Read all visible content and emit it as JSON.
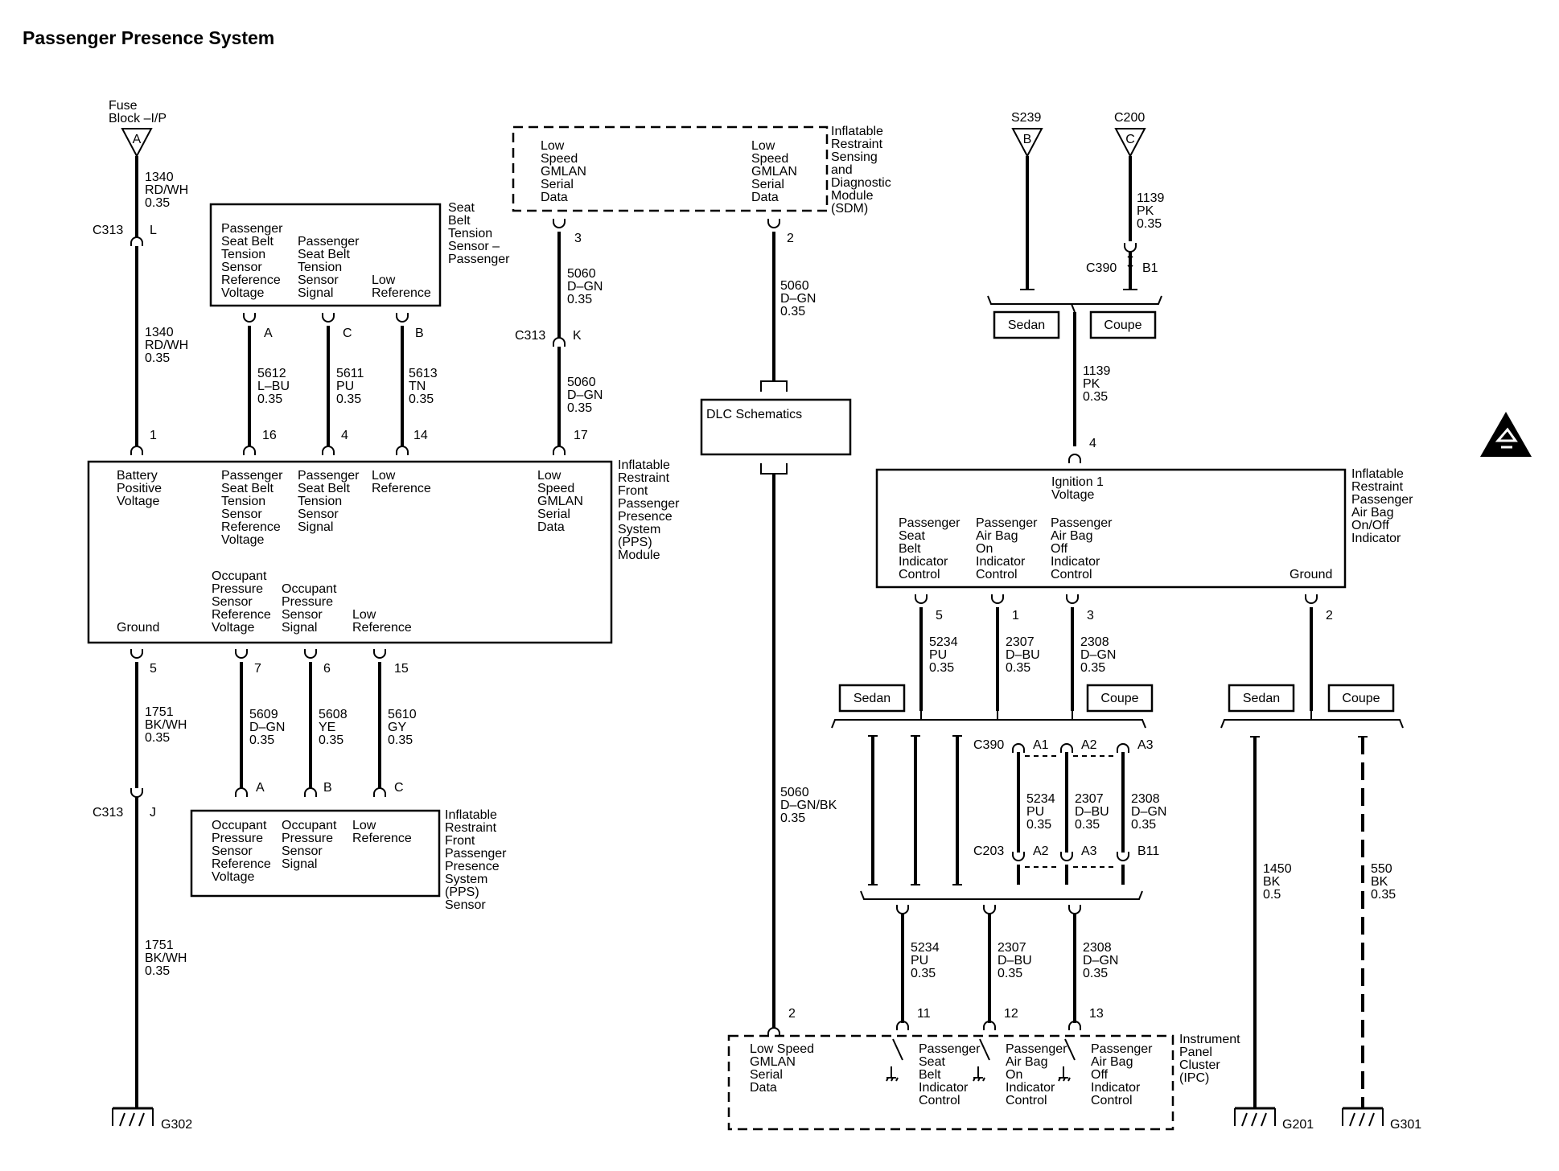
{
  "title": "Passenger Presence System",
  "fuse": {
    "line1": "Fuse",
    "line2": "Block –I/P",
    "letter": "A"
  },
  "fuse_wire1": {
    "circuit": "1340",
    "color": "RD/WH",
    "gauge": "0.35"
  },
  "fuse_wire2": {
    "circuit": "1340",
    "color": "RD/WH",
    "gauge": "0.35"
  },
  "c313_L": {
    "name": "C313",
    "pin": "L"
  },
  "c313_J": {
    "name": "C313",
    "pin": "J"
  },
  "c313_K": {
    "name": "C313",
    "pin": "K"
  },
  "belt_sensor": {
    "title": [
      "Seat",
      "Belt",
      "Tension",
      "Sensor –",
      "Passenger"
    ],
    "t1": [
      "Passenger",
      "Seat Belt",
      "Tension",
      "Sensor",
      "Reference",
      "Voltage"
    ],
    "t2": [
      "Passenger",
      "Seat Belt",
      "Tension",
      "Sensor",
      "Signal"
    ],
    "t3": [
      "Low",
      "Reference"
    ],
    "pins": [
      "A",
      "C",
      "B"
    ]
  },
  "belt_wires": [
    {
      "circuit": "5612",
      "color": "L–BU",
      "gauge": "0.35"
    },
    {
      "circuit": "5611",
      "color": "PU",
      "gauge": "0.35"
    },
    {
      "circuit": "5613",
      "color": "TN",
      "gauge": "0.35"
    }
  ],
  "sdm": {
    "title": [
      "Inflatable",
      "Restraint",
      "Sensing",
      "and",
      "Diagnostic",
      "Module",
      "(SDM)"
    ],
    "left": [
      "Low",
      "Speed",
      "GMLAN",
      "Serial",
      "Data"
    ],
    "right": [
      "Low",
      "Speed",
      "GMLAN",
      "Serial",
      "Data"
    ],
    "pin_left": "3",
    "pin_right": "2"
  },
  "sdm_wire1": {
    "circuit": "5060",
    "color": "D–GN",
    "gauge": "0.35"
  },
  "sdm_wire2": {
    "circuit": "5060",
    "color": "D–GN",
    "gauge": "0.35"
  },
  "sdm_wire3": {
    "circuit": "5060",
    "color": "D–GN",
    "gauge": "0.35"
  },
  "dlc": {
    "label": "DLC Schematics"
  },
  "dlc_wire": {
    "circuit": "5060",
    "color": "D–GN/BK",
    "gauge": "0.35"
  },
  "pps_module": {
    "title": [
      "Inflatable",
      "Restraint",
      "Front",
      "Passenger",
      "Presence",
      "System",
      "(PPS)",
      "Module"
    ],
    "top_pins": [
      "1",
      "16",
      "4",
      "14",
      "17"
    ],
    "battery": [
      "Battery",
      "Positive",
      "Voltage"
    ],
    "belt_ref": [
      "Passenger",
      "Seat Belt",
      "Tension",
      "Sensor",
      "Reference",
      "Voltage"
    ],
    "belt_sig": [
      "Passenger",
      "Seat Belt",
      "Tension",
      "Sensor",
      "Signal"
    ],
    "low_ref": [
      "Low",
      "Reference"
    ],
    "gmlan": [
      "Low",
      "Speed",
      "GMLAN",
      "Serial",
      "Data"
    ],
    "ground": "Ground",
    "occ_ref": [
      "Occupant",
      "Pressure",
      "Sensor",
      "Reference",
      "Voltage"
    ],
    "occ_sig": [
      "Occupant",
      "Pressure",
      "Sensor",
      "Signal"
    ],
    "occ_low": [
      "Low",
      "Reference"
    ],
    "bottom_pins": [
      "5",
      "7",
      "6",
      "15"
    ]
  },
  "ground_wire1": {
    "circuit": "1751",
    "color": "BK/WH",
    "gauge": "0.35"
  },
  "ground_wire2": {
    "circuit": "1751",
    "color": "BK/WH",
    "gauge": "0.35"
  },
  "occ_wires": [
    {
      "circuit": "5609",
      "color": "D–GN",
      "gauge": "0.35"
    },
    {
      "circuit": "5608",
      "color": "YE",
      "gauge": "0.35"
    },
    {
      "circuit": "5610",
      "color": "GY",
      "gauge": "0.35"
    }
  ],
  "pps_sensor": {
    "title": [
      "Inflatable",
      "Restraint",
      "Front",
      "Passenger",
      "Presence",
      "System",
      "(PPS)",
      "Sensor"
    ],
    "t1": [
      "Occupant",
      "Pressure",
      "Sensor",
      "Reference",
      "Voltage"
    ],
    "t2": [
      "Occupant",
      "Pressure",
      "Sensor",
      "Signal"
    ],
    "t3": [
      "Low",
      "Reference"
    ],
    "pins": [
      "A",
      "B",
      "C"
    ]
  },
  "grounds": [
    "G302",
    "G201",
    "G301"
  ],
  "s239": {
    "name": "S239",
    "letter": "B"
  },
  "c200": {
    "name": "C200",
    "letter": "C"
  },
  "c200_wire": {
    "circuit": "1139",
    "color": "PK",
    "gauge": "0.35"
  },
  "c390_b1": {
    "name": "C390",
    "pin": "B1"
  },
  "ind_wire": {
    "circuit": "1139",
    "color": "PK",
    "gauge": "0.35"
  },
  "options": {
    "sedan": "Sedan",
    "coupe": "Coupe"
  },
  "indicator": {
    "title": [
      "Inflatable",
      "Restraint",
      "Passenger",
      "Air Bag",
      "On/Off",
      "Indicator"
    ],
    "ign": [
      "Ignition 1",
      "Voltage"
    ],
    "c1": [
      "Passenger",
      "Seat",
      "Belt",
      "Indicator",
      "Control"
    ],
    "c2": [
      "Passenger",
      "Air Bag",
      "On",
      "Indicator",
      "Control"
    ],
    "c3": [
      "Passenger",
      "Air Bag",
      "Off",
      "Indicator",
      "Control"
    ],
    "ground": "Ground",
    "pins": [
      "4",
      "5",
      "1",
      "3",
      "2"
    ]
  },
  "ind_wires": [
    {
      "circuit": "5234",
      "color": "PU",
      "gauge": "0.35"
    },
    {
      "circuit": "2307",
      "color": "D–BU",
      "gauge": "0.35"
    },
    {
      "circuit": "2308",
      "color": "D–GN",
      "gauge": "0.35"
    }
  ],
  "c390_row": {
    "name": "C390",
    "pins": [
      "A1",
      "A2",
      "A3"
    ]
  },
  "c203_row": {
    "name": "C203",
    "pins": [
      "A2",
      "A3",
      "B11"
    ]
  },
  "mid_wires": [
    {
      "circuit": "5234",
      "color": "PU",
      "gauge": "0.35"
    },
    {
      "circuit": "2307",
      "color": "D–BU",
      "gauge": "0.35"
    },
    {
      "circuit": "2308",
      "color": "D–GN",
      "gauge": "0.35"
    }
  ],
  "ipc_wires": [
    {
      "circuit": "5234",
      "color": "PU",
      "gauge": "0.35"
    },
    {
      "circuit": "2307",
      "color": "D–BU",
      "gauge": "0.35"
    },
    {
      "circuit": "2308",
      "color": "D–GN",
      "gauge": "0.35"
    }
  ],
  "g_wires": [
    {
      "circuit": "1450",
      "color": "BK",
      "gauge": "0.5"
    },
    {
      "circuit": "550",
      "color": "BK",
      "gauge": "0.35"
    }
  ],
  "ipc": {
    "title": [
      "Instrument",
      "Panel",
      "Cluster",
      "(IPC)"
    ],
    "gmlan": [
      "Low Speed",
      "GMLAN",
      "Serial",
      "Data"
    ],
    "s1": [
      "Passenger",
      "Seat",
      "Belt",
      "Indicator",
      "Control"
    ],
    "s2": [
      "Passenger",
      "Air Bag",
      "On",
      "Indicator",
      "Control"
    ],
    "s3": [
      "Passenger",
      "Air Bag",
      "Off",
      "Indicator",
      "Control"
    ],
    "pins": [
      "2",
      "11",
      "12",
      "13"
    ]
  }
}
